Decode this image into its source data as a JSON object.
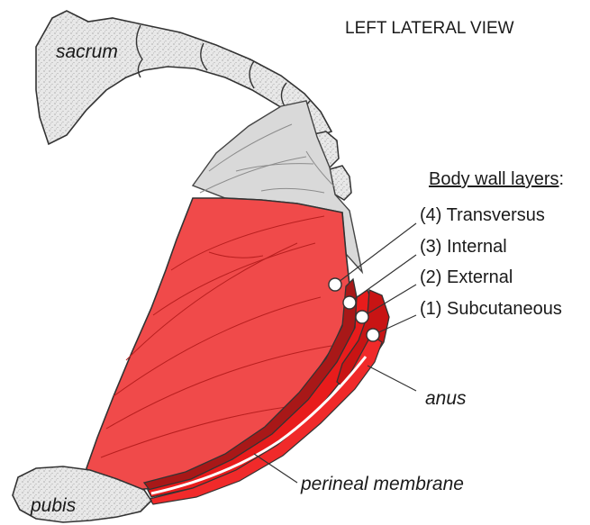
{
  "title": "LEFT LATERAL VIEW",
  "bones": {
    "sacrum": "sacrum",
    "pubis": "pubis"
  },
  "legend": {
    "heading": "Body wall layers",
    "heading_colon": ":",
    "layers": [
      "(4) Transversus",
      "(3) Internal",
      "(2) External",
      "(1) Subcutaneous"
    ]
  },
  "labels": {
    "anus": "anus",
    "perineal_membrane": "perineal membrane"
  },
  "colors": {
    "bone_fill": "#e6e6e6",
    "tendon_grey": "#d9d9d9",
    "muscle_red": "#f04a4a",
    "dark_red": "#a81818",
    "bright_red": "#e81c1c",
    "outline": "#333333"
  }
}
